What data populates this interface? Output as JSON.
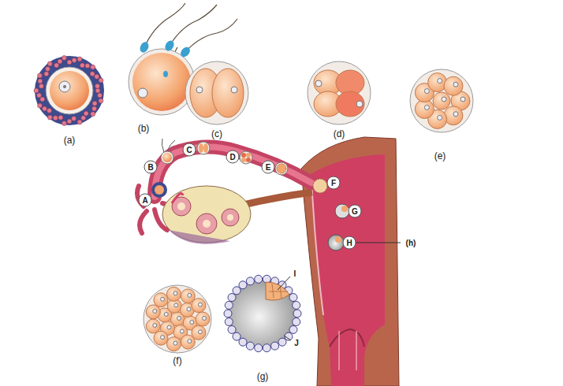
{
  "diagram": {
    "labels": [
      "(a)",
      "(b)",
      "(c)",
      "(d)",
      "(e)",
      "A",
      "B",
      "C",
      "D",
      "E",
      "F",
      "G",
      "H",
      "(h)",
      "I",
      "J",
      "(f)",
      "(g)"
    ]
  }
}
